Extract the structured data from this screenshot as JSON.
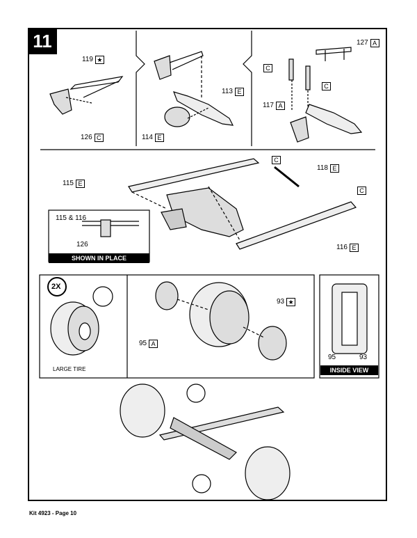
{
  "step_number": "11",
  "footer": "Kit 4923 - Page 10",
  "panel1": {
    "p119": "119",
    "p119_mark": "★",
    "p126": "126",
    "p126_code": "C"
  },
  "panel2": {
    "p113": "113",
    "p113_code": "E",
    "p114": "114",
    "p114_code": "E"
  },
  "panel3": {
    "p127": "127",
    "p127_code": "A",
    "c_left": "C",
    "c_right": "C",
    "p117": "117",
    "p117_code": "A"
  },
  "frame_section": {
    "p115": "115",
    "p115_code": "E",
    "c_top": "C",
    "p118": "118",
    "p118_code": "E",
    "c_right": "C",
    "p116": "116",
    "p116_code": "E"
  },
  "inset": {
    "label": "115 & 116",
    "p126": "126",
    "caption": "SHOWN IN PLACE"
  },
  "tire_panel": {
    "count": "2X",
    "caption": "LARGE TIRE"
  },
  "wheel_panel": {
    "p93": "93",
    "p93_mark": "★",
    "p95": "95",
    "p95_code": "A"
  },
  "inside_panel": {
    "p95": "95",
    "p93": "93",
    "caption": "INSIDE VIEW"
  }
}
